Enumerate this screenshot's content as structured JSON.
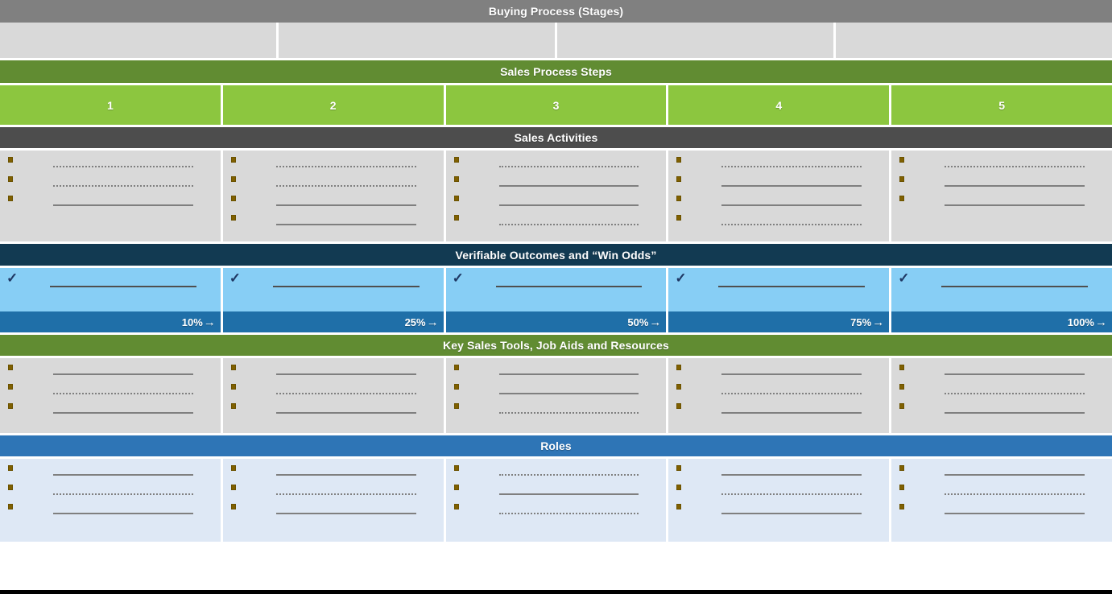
{
  "page": {
    "title": "Buying Process / Sales Process Template",
    "colors": {
      "gray_header": "#808080",
      "dark_gray_header": "#4d4d4d",
      "dark_green_header": "#618C32",
      "light_green_cell": "#8CC63F",
      "navy_header": "#123A52",
      "blue_header": "#2E75B6",
      "light_blue_cell": "#87CEF5",
      "pct_bar_blue": "#1F6FA8",
      "gray_body": "#d9d9d9",
      "pale_blue_body": "#DEE8F5",
      "bullet": "#806000",
      "check": "#1F3864"
    }
  },
  "sections": {
    "buying_process": {
      "header": "Buying Process (Stages)",
      "stages": [
        "",
        "",
        "",
        ""
      ]
    },
    "sales_process_steps": {
      "header": "Sales Process Steps",
      "steps": [
        "1",
        "2",
        "3",
        "4",
        "5"
      ]
    },
    "sales_activities": {
      "header": "Sales Activities",
      "columns": [
        {
          "items": [
            {
              "style": "dotted"
            },
            {
              "style": "dotted"
            },
            {
              "style": "solid"
            }
          ]
        },
        {
          "items": [
            {
              "style": "dotted"
            },
            {
              "style": "dotted"
            },
            {
              "style": "solid"
            },
            {
              "style": "solid"
            }
          ]
        },
        {
          "items": [
            {
              "style": "dotted"
            },
            {
              "style": "solid"
            },
            {
              "style": "solid"
            },
            {
              "style": "dotted"
            }
          ]
        },
        {
          "items": [
            {
              "style": "dotted"
            },
            {
              "style": "solid"
            },
            {
              "style": "solid"
            },
            {
              "style": "dotted"
            }
          ]
        },
        {
          "items": [
            {
              "style": "dotted"
            },
            {
              "style": "solid"
            },
            {
              "style": "solid"
            }
          ]
        }
      ]
    },
    "verifiable_outcomes": {
      "header": "Verifiable Outcomes and “Win Odds”",
      "check_glyph": "✓",
      "arrow_glyph": "→",
      "columns": [
        {
          "check": "✓",
          "value": "",
          "percent": "10%"
        },
        {
          "check": "✓",
          "value": "",
          "percent": "25%"
        },
        {
          "check": "✓",
          "value": "",
          "percent": "50%"
        },
        {
          "check": "✓",
          "value": "",
          "percent": "75%"
        },
        {
          "check": "✓",
          "value": "",
          "percent": "100%"
        }
      ]
    },
    "key_sales_tools": {
      "header": "Key Sales Tools, Job Aids and Resources",
      "columns": [
        {
          "items": [
            {
              "style": "solid"
            },
            {
              "style": "dotted"
            },
            {
              "style": "solid"
            }
          ]
        },
        {
          "items": [
            {
              "style": "solid"
            },
            {
              "style": "dotted"
            },
            {
              "style": "solid"
            }
          ]
        },
        {
          "items": [
            {
              "style": "solid"
            },
            {
              "style": "solid"
            },
            {
              "style": "dotted"
            }
          ]
        },
        {
          "items": [
            {
              "style": "solid"
            },
            {
              "style": "dotted"
            },
            {
              "style": "solid"
            }
          ]
        },
        {
          "items": [
            {
              "style": "solid"
            },
            {
              "style": "dotted"
            },
            {
              "style": "solid"
            }
          ]
        }
      ]
    },
    "roles": {
      "header": "Roles",
      "columns": [
        {
          "items": [
            {
              "style": "solid"
            },
            {
              "style": "dotted"
            },
            {
              "style": "solid"
            }
          ]
        },
        {
          "items": [
            {
              "style": "solid"
            },
            {
              "style": "dotted"
            },
            {
              "style": "solid"
            }
          ]
        },
        {
          "items": [
            {
              "style": "dotted"
            },
            {
              "style": "solid"
            },
            {
              "style": "dotted"
            }
          ]
        },
        {
          "items": [
            {
              "style": "solid"
            },
            {
              "style": "dotted"
            },
            {
              "style": "solid"
            }
          ]
        },
        {
          "items": [
            {
              "style": "solid"
            },
            {
              "style": "dotted"
            },
            {
              "style": "solid"
            }
          ]
        }
      ]
    }
  }
}
